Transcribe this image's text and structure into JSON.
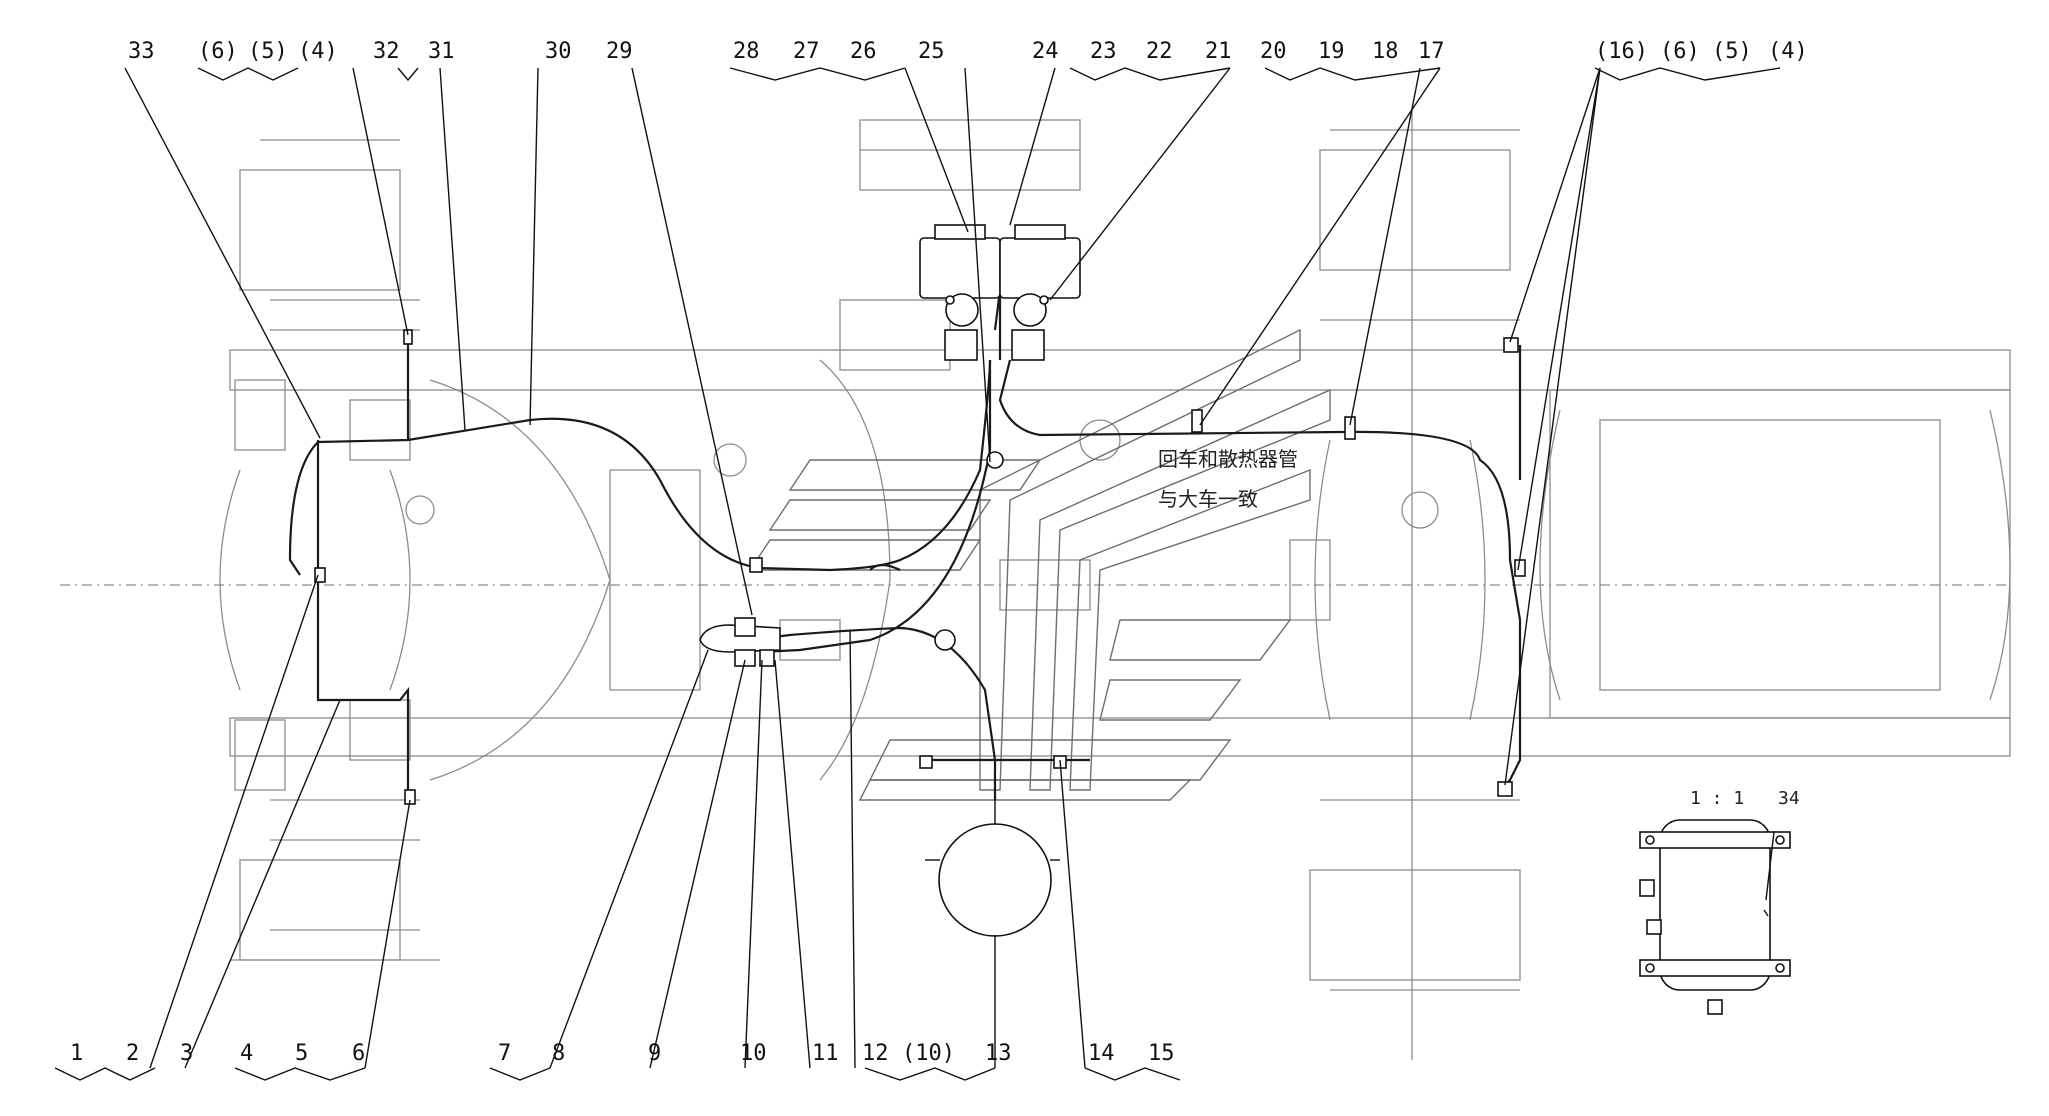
{
  "top_callouts": [
    "33",
    "(6)",
    "(5)",
    "(4)",
    "32",
    "31",
    "30",
    "29",
    "28",
    "27",
    "26",
    "25",
    "24",
    "23",
    "22",
    "21",
    "20",
    "19",
    "18",
    "17",
    "(16)",
    "(6)",
    "(5)",
    "(4)"
  ],
  "bottom_callouts": [
    "1",
    "2",
    "3",
    "4",
    "5",
    "6",
    "7",
    "8",
    "9",
    "10",
    "11",
    "12",
    "(10)",
    "13",
    "14",
    "15"
  ],
  "inset_callouts": [
    "1 : 1",
    "34"
  ],
  "notes": {
    "line1": "回车和散热器管",
    "line2": "与大车一致"
  }
}
